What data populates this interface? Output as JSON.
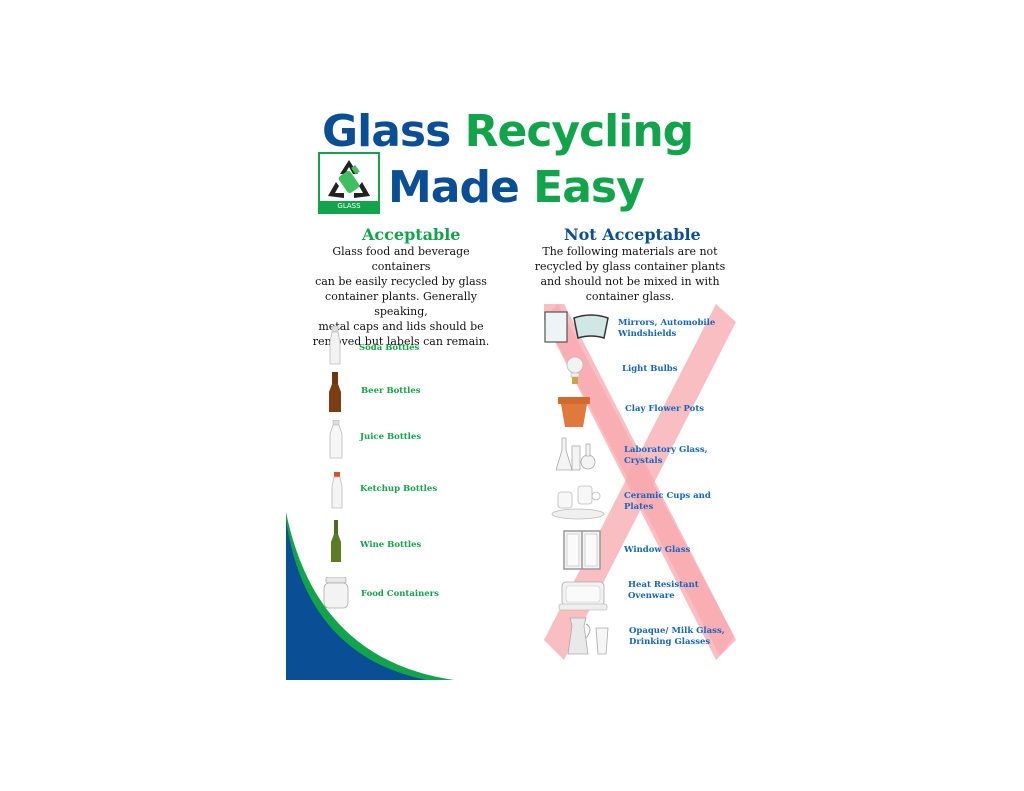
{
  "title": {
    "line1_part1": "Glass",
    "line1_part2": "Recycling",
    "line2_part1": "Made",
    "line2_part2": "Easy"
  },
  "logo": {
    "label": "GLASS",
    "icon": "recycle-bottle-icon"
  },
  "acceptable": {
    "heading": "Acceptable",
    "description_lines": [
      "Glass food and beverage containers",
      "can be easily recycled by glass",
      "container plants. Generally speaking,",
      "metal caps and lids should be",
      "removed but labels can remain."
    ],
    "items": [
      {
        "label": "Soda Bottles",
        "icon": "soda-bottle-icon"
      },
      {
        "label": "Beer Bottles",
        "icon": "beer-bottle-icon"
      },
      {
        "label": "Juice Bottles",
        "icon": "juice-bottle-icon"
      },
      {
        "label": "Ketchup Bottles",
        "icon": "ketchup-bottle-icon"
      },
      {
        "label": "Wine Bottles",
        "icon": "wine-bottle-icon"
      },
      {
        "label": "Food Containers",
        "icon": "food-jar-icon"
      }
    ]
  },
  "not_acceptable": {
    "heading": "Not Acceptable",
    "description_lines": [
      "The following materials are not",
      "recycled by glass container plants",
      "and should not be mixed in with",
      "container glass."
    ],
    "items": [
      {
        "line1": "Mirrors, Automobile",
        "line2": "Windshields",
        "icon": "mirror-windshield-icon"
      },
      {
        "line1": "Light Bulbs",
        "line2": "",
        "icon": "light-bulb-icon"
      },
      {
        "line1": "Clay Flower Pots",
        "line2": "",
        "icon": "flower-pot-icon"
      },
      {
        "line1": "Laboratory Glass,",
        "line2": "Crystals",
        "icon": "lab-glass-icon"
      },
      {
        "line1": "Ceramic Cups and",
        "line2": "Plates",
        "icon": "ceramic-cups-icon"
      },
      {
        "line1": "Window Glass",
        "line2": "",
        "icon": "window-icon"
      },
      {
        "line1": "Heat Resistant",
        "line2": "Ovenware",
        "icon": "ovenware-icon"
      },
      {
        "line1": "Opaque/ Milk Glass,",
        "line2": "Drinking Glasses",
        "icon": "milk-glass-icon"
      }
    ]
  },
  "colors": {
    "brand_blue": "#0a4e96",
    "brand_green": "#12a44a",
    "label_blue": "#1565c0",
    "x_pink": "#f7a8ad"
  }
}
